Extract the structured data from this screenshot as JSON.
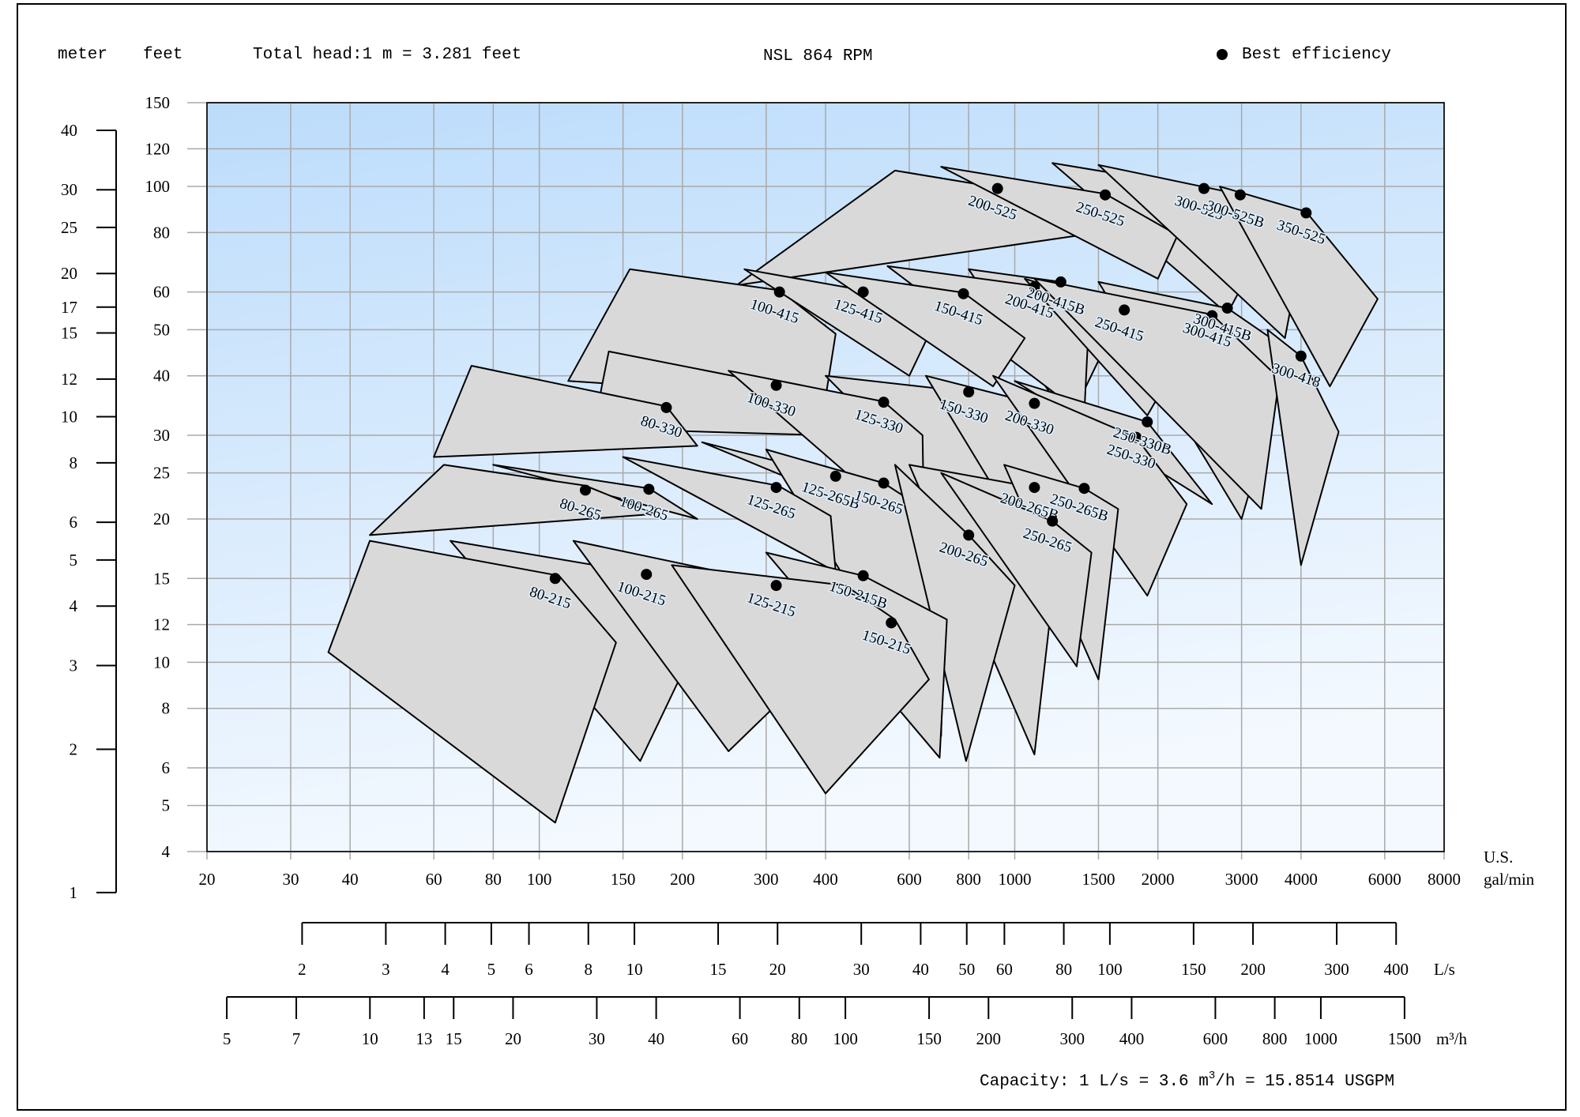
{
  "header": {
    "unit_meter": "meter",
    "unit_feet": "feet",
    "conversion_head": "Total head:1 m = 3.281 feet",
    "title": "NSL 864 RPM",
    "legend_best_efficiency": "Best efficiency"
  },
  "footer": {
    "capacity_prefix": "Capacity: 1 L/s = 3.6 m",
    "capacity_sup": "3",
    "capacity_suffix": "/h = 15.8514 USGPM"
  },
  "colors": {
    "plot_bg_top": "#bcdcfb",
    "plot_bg_bottom": "#f4f9ff",
    "grid": "#a9a9a9",
    "envelope_fill": "#d9d9d9",
    "envelope_stroke": "#000000",
    "bep_dot": "#000000",
    "label_halo": "#dff0ff"
  },
  "chart_data": {
    "type": "pump-performance-envelopes",
    "x_axis": {
      "unit_top": "U.S.",
      "unit_bottom": "gal/min",
      "scale": "log",
      "range": [
        20,
        8000
      ],
      "tick_labels": [
        "20",
        "30",
        "40",
        "60",
        "80",
        "100",
        "150",
        "200",
        "300",
        "400",
        "600",
        "800",
        "1000",
        "1500",
        "2000",
        "3000",
        "4000",
        "6000",
        "8000"
      ]
    },
    "y_axis_feet": {
      "scale": "log",
      "range": [
        4,
        150
      ],
      "tick_labels": [
        "4",
        "5",
        "6",
        "8",
        "10",
        "12",
        "15",
        "20",
        "25",
        "30",
        "40",
        "50",
        "60",
        "80",
        "100",
        "120",
        "150"
      ]
    },
    "y_axis_meter": {
      "scale": "log",
      "range": [
        1,
        40
      ],
      "tick_labels": [
        "1",
        "2",
        "3",
        "4",
        "5",
        "6",
        "8",
        "10",
        "12",
        "15",
        "17",
        "20",
        "25",
        "30",
        "40"
      ]
    },
    "axis_ls": {
      "unit": "L/s",
      "scale": "log",
      "range": [
        2,
        400
      ],
      "tick_labels": [
        "2",
        "3",
        "4",
        "5",
        "6",
        "8",
        "10",
        "15",
        "20",
        "30",
        "40",
        "50",
        "60",
        "80",
        "100",
        "150",
        "200",
        "300",
        "400"
      ]
    },
    "axis_m3h": {
      "unit": "m³/h",
      "scale": "log",
      "range": [
        5,
        1500
      ],
      "tick_labels": [
        "5",
        "7",
        "10",
        "13",
        "15",
        "20",
        "30",
        "40",
        "60",
        "80",
        "100",
        "150",
        "200",
        "300",
        "400",
        "600",
        "800",
        "1000",
        "1500"
      ]
    },
    "grid": true,
    "legend_position": "top-right",
    "pumps": [
      {
        "model": "80-215",
        "bep_gpm": 108,
        "bep_head_ft": 15,
        "envelope": [
          [
            36,
            10.5
          ],
          [
            44,
            18
          ],
          [
            110,
            15.2
          ],
          [
            145,
            11
          ],
          [
            108,
            4.6
          ]
        ]
      },
      {
        "model": "100-215",
        "bep_gpm": 168,
        "bep_head_ft": 15.3,
        "envelope": [
          [
            65,
            18
          ],
          [
            158,
            15.5
          ],
          [
            220,
            11.6
          ],
          [
            163,
            6.2
          ]
        ]
      },
      {
        "model": "125-215",
        "bep_gpm": 315,
        "bep_head_ft": 14.5,
        "envelope": [
          [
            118,
            18
          ],
          [
            318,
            14.6
          ],
          [
            410,
            10.5
          ],
          [
            250,
            6.5
          ]
        ]
      },
      {
        "model": "150-215",
        "bep_gpm": 550,
        "bep_head_ft": 12.1,
        "envelope": [
          [
            190,
            16
          ],
          [
            440,
            14.5
          ],
          [
            560,
            12.3
          ],
          [
            660,
            9.2
          ],
          [
            400,
            5.3
          ]
        ]
      },
      {
        "model": "150-215B",
        "bep_gpm": 480,
        "bep_head_ft": 15.2,
        "envelope": [
          [
            300,
            17
          ],
          [
            480,
            15.2
          ],
          [
            720,
            12.3
          ],
          [
            695,
            6.3
          ]
        ]
      },
      {
        "model": "80-265",
        "bep_gpm": 125,
        "bep_head_ft": 23,
        "envelope": [
          [
            44,
            18.5
          ],
          [
            63,
            26
          ],
          [
            125,
            23.5
          ],
          [
            175,
            20.5
          ]
        ]
      },
      {
        "model": "100-265",
        "bep_gpm": 170,
        "bep_head_ft": 23.1,
        "envelope": [
          [
            80,
            26
          ],
          [
            170,
            23.2
          ],
          [
            215,
            20
          ]
        ]
      },
      {
        "model": "125-265",
        "bep_gpm": 315,
        "bep_head_ft": 23.3,
        "envelope": [
          [
            150,
            27
          ],
          [
            318,
            23.5
          ],
          [
            410,
            20.3
          ],
          [
            420,
            15.5
          ]
        ]
      },
      {
        "model": "125-265B",
        "bep_gpm": 420,
        "bep_head_ft": 24.6,
        "envelope": [
          [
            220,
            29
          ],
          [
            420,
            24.6
          ],
          [
            540,
            20
          ]
        ]
      },
      {
        "model": "150-265",
        "bep_gpm": 530,
        "bep_head_ft": 23.8,
        "envelope": [
          [
            300,
            28
          ],
          [
            530,
            23.8
          ],
          [
            720,
            19.5
          ],
          [
            700,
            7
          ]
        ]
      },
      {
        "model": "200-265",
        "bep_gpm": 800,
        "bep_head_ft": 18.5,
        "envelope": [
          [
            560,
            26
          ],
          [
            800,
            18.5
          ],
          [
            1000,
            14.5
          ],
          [
            790,
            6.2
          ]
        ]
      },
      {
        "model": "200-265B",
        "bep_gpm": 1100,
        "bep_head_ft": 23.3,
        "envelope": [
          [
            600,
            26
          ],
          [
            1100,
            23.3
          ],
          [
            1250,
            19.5
          ],
          [
            1100,
            6.4
          ]
        ]
      },
      {
        "model": "250-265",
        "bep_gpm": 1200,
        "bep_head_ft": 19.8,
        "envelope": [
          [
            700,
            25
          ],
          [
            1200,
            19.8
          ],
          [
            1450,
            17
          ],
          [
            1350,
            9.8
          ]
        ]
      },
      {
        "model": "250-265B",
        "bep_gpm": 1400,
        "bep_head_ft": 23.2,
        "envelope": [
          [
            950,
            26
          ],
          [
            1400,
            23.2
          ],
          [
            1650,
            21
          ],
          [
            1500,
            9.2
          ]
        ]
      },
      {
        "model": "80-330",
        "bep_gpm": 185,
        "bep_head_ft": 34.3,
        "envelope": [
          [
            60,
            27
          ],
          [
            72,
            42
          ],
          [
            185,
            34.5
          ],
          [
            215,
            28.5
          ]
        ]
      },
      {
        "model": "100-330",
        "bep_gpm": 315,
        "bep_head_ft": 38.2,
        "envelope": [
          [
            130,
            31
          ],
          [
            140,
            45
          ],
          [
            318,
            38.3
          ],
          [
            395,
            30
          ]
        ]
      },
      {
        "model": "125-330",
        "bep_gpm": 530,
        "bep_head_ft": 35.2,
        "envelope": [
          [
            250,
            41
          ],
          [
            530,
            35.3
          ],
          [
            640,
            30
          ],
          [
            645,
            18
          ]
        ]
      },
      {
        "model": "150-330",
        "bep_gpm": 800,
        "bep_head_ft": 37,
        "envelope": [
          [
            400,
            40
          ],
          [
            800,
            37
          ],
          [
            1000,
            30
          ],
          [
            990,
            16
          ]
        ]
      },
      {
        "model": "200-330",
        "bep_gpm": 1100,
        "bep_head_ft": 35,
        "envelope": [
          [
            650,
            40
          ],
          [
            1100,
            35
          ],
          [
            1400,
            27.5
          ],
          [
            1350,
            12
          ]
        ]
      },
      {
        "model": "250-330",
        "bep_gpm": 1800,
        "bep_head_ft": 29.7,
        "envelope": [
          [
            900,
            40
          ],
          [
            1800,
            29.7
          ],
          [
            2300,
            21.5
          ],
          [
            1900,
            13.8
          ]
        ]
      },
      {
        "model": "250-330B",
        "bep_gpm": 1900,
        "bep_head_ft": 32,
        "envelope": [
          [
            1000,
            39
          ],
          [
            1900,
            32
          ],
          [
            2600,
            21.5
          ]
        ]
      },
      {
        "model": "100-415",
        "bep_gpm": 320,
        "bep_head_ft": 60,
        "envelope": [
          [
            115,
            39
          ],
          [
            155,
            67
          ],
          [
            320,
            60.5
          ],
          [
            420,
            49
          ],
          [
            400,
            36
          ]
        ]
      },
      {
        "model": "125-415",
        "bep_gpm": 480,
        "bep_head_ft": 60,
        "envelope": [
          [
            270,
            67
          ],
          [
            480,
            60.5
          ],
          [
            680,
            52
          ],
          [
            600,
            40
          ]
        ]
      },
      {
        "model": "150-415",
        "bep_gpm": 780,
        "bep_head_ft": 59.5,
        "envelope": [
          [
            400,
            66
          ],
          [
            780,
            59.8
          ],
          [
            1050,
            48
          ],
          [
            900,
            38
          ]
        ]
      },
      {
        "model": "200-415",
        "bep_gpm": 1100,
        "bep_head_ft": 61.5,
        "envelope": [
          [
            540,
            68
          ],
          [
            1100,
            61.8
          ],
          [
            1430,
            51
          ],
          [
            1400,
            33
          ]
        ]
      },
      {
        "model": "200-415B",
        "bep_gpm": 1250,
        "bep_head_ft": 63,
        "envelope": [
          [
            800,
            67
          ],
          [
            1250,
            63
          ],
          [
            1650,
            52.5
          ],
          [
            1300,
            32
          ]
        ]
      },
      {
        "model": "250-415",
        "bep_gpm": 1700,
        "bep_head_ft": 55,
        "envelope": [
          [
            1050,
            64
          ],
          [
            1700,
            55
          ],
          [
            2200,
            42.5
          ],
          [
            1900,
            33
          ]
        ]
      },
      {
        "model": "300-415",
        "bep_gpm": 2600,
        "bep_head_ft": 53.5,
        "envelope": [
          [
            1100,
            64
          ],
          [
            2600,
            53.8
          ],
          [
            3600,
            39.5
          ],
          [
            3300,
            21
          ]
        ]
      },
      {
        "model": "300-415B",
        "bep_gpm": 2800,
        "bep_head_ft": 55.5,
        "envelope": [
          [
            1500,
            63
          ],
          [
            2800,
            55.5
          ],
          [
            3800,
            45
          ],
          [
            3000,
            20
          ]
        ]
      },
      {
        "model": "300-418",
        "bep_gpm": 4000,
        "bep_head_ft": 44,
        "envelope": [
          [
            3400,
            50
          ],
          [
            4000,
            44
          ],
          [
            4800,
            30.5
          ],
          [
            4000,
            16
          ]
        ]
      },
      {
        "model": "200-525",
        "bep_gpm": 920,
        "bep_head_ft": 99,
        "envelope": [
          [
            260,
            62
          ],
          [
            560,
            108
          ],
          [
            920,
            99.5
          ],
          [
            1500,
            80
          ]
        ]
      },
      {
        "model": "250-525",
        "bep_gpm": 1550,
        "bep_head_ft": 96,
        "envelope": [
          [
            700,
            110
          ],
          [
            1550,
            96.5
          ],
          [
            2200,
            79
          ],
          [
            2000,
            64
          ]
        ]
      },
      {
        "model": "300-525",
        "bep_gpm": 2500,
        "bep_head_ft": 99,
        "envelope": [
          [
            1200,
            112
          ],
          [
            2500,
            99.2
          ],
          [
            3400,
            78
          ],
          [
            2800,
            54
          ]
        ]
      },
      {
        "model": "300-525B",
        "bep_gpm": 2980,
        "bep_head_ft": 96,
        "envelope": [
          [
            1500,
            111
          ],
          [
            2980,
            96.2
          ],
          [
            4000,
            72
          ],
          [
            3700,
            48
          ]
        ]
      },
      {
        "model": "350-525",
        "bep_gpm": 4100,
        "bep_head_ft": 88,
        "envelope": [
          [
            2700,
            100
          ],
          [
            4100,
            88.5
          ],
          [
            5800,
            58
          ],
          [
            4600,
            38
          ]
        ]
      }
    ]
  }
}
